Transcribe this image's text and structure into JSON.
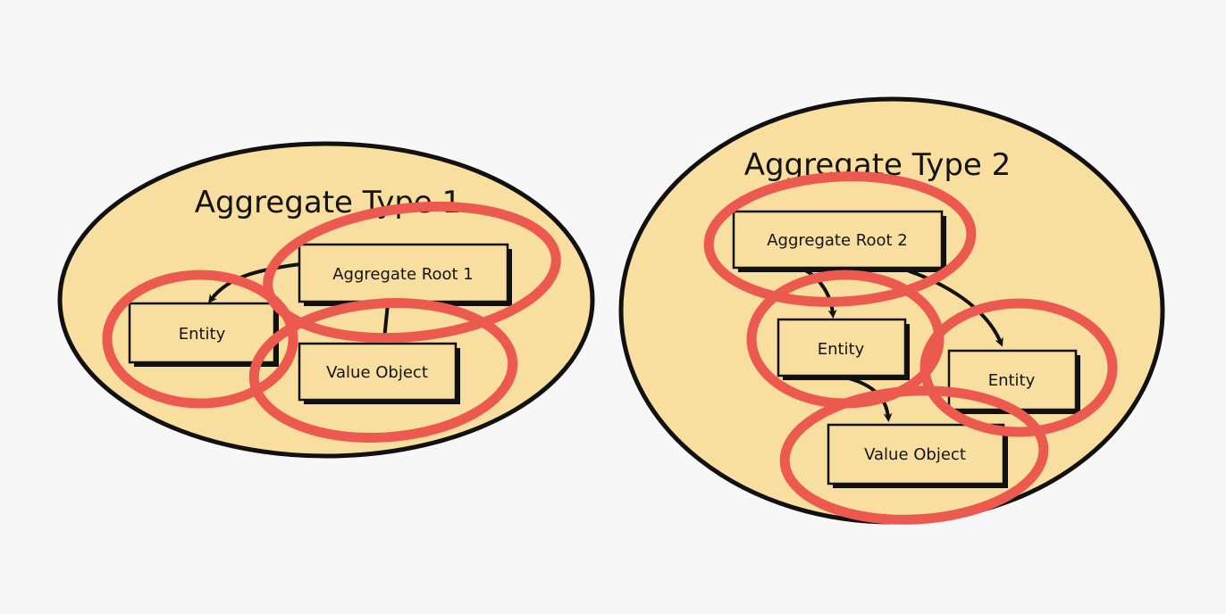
{
  "colors": {
    "background": "#f7f7f8",
    "aggregate_fill": "#f8df9f",
    "box_fill": "#f8df9f",
    "outline": "#111111",
    "highlight_ring": "#ec5a4f"
  },
  "aggregates": [
    {
      "title": "Aggregate Type 1",
      "root": "Aggregate Root 1",
      "entities": [
        "Entity"
      ],
      "value_objects": [
        "Value Object"
      ]
    },
    {
      "title": "Aggregate Type 2",
      "root": "Aggregate Root 2",
      "entities": [
        "Entity",
        "Entity"
      ],
      "value_objects": [
        "Value Object"
      ]
    }
  ]
}
